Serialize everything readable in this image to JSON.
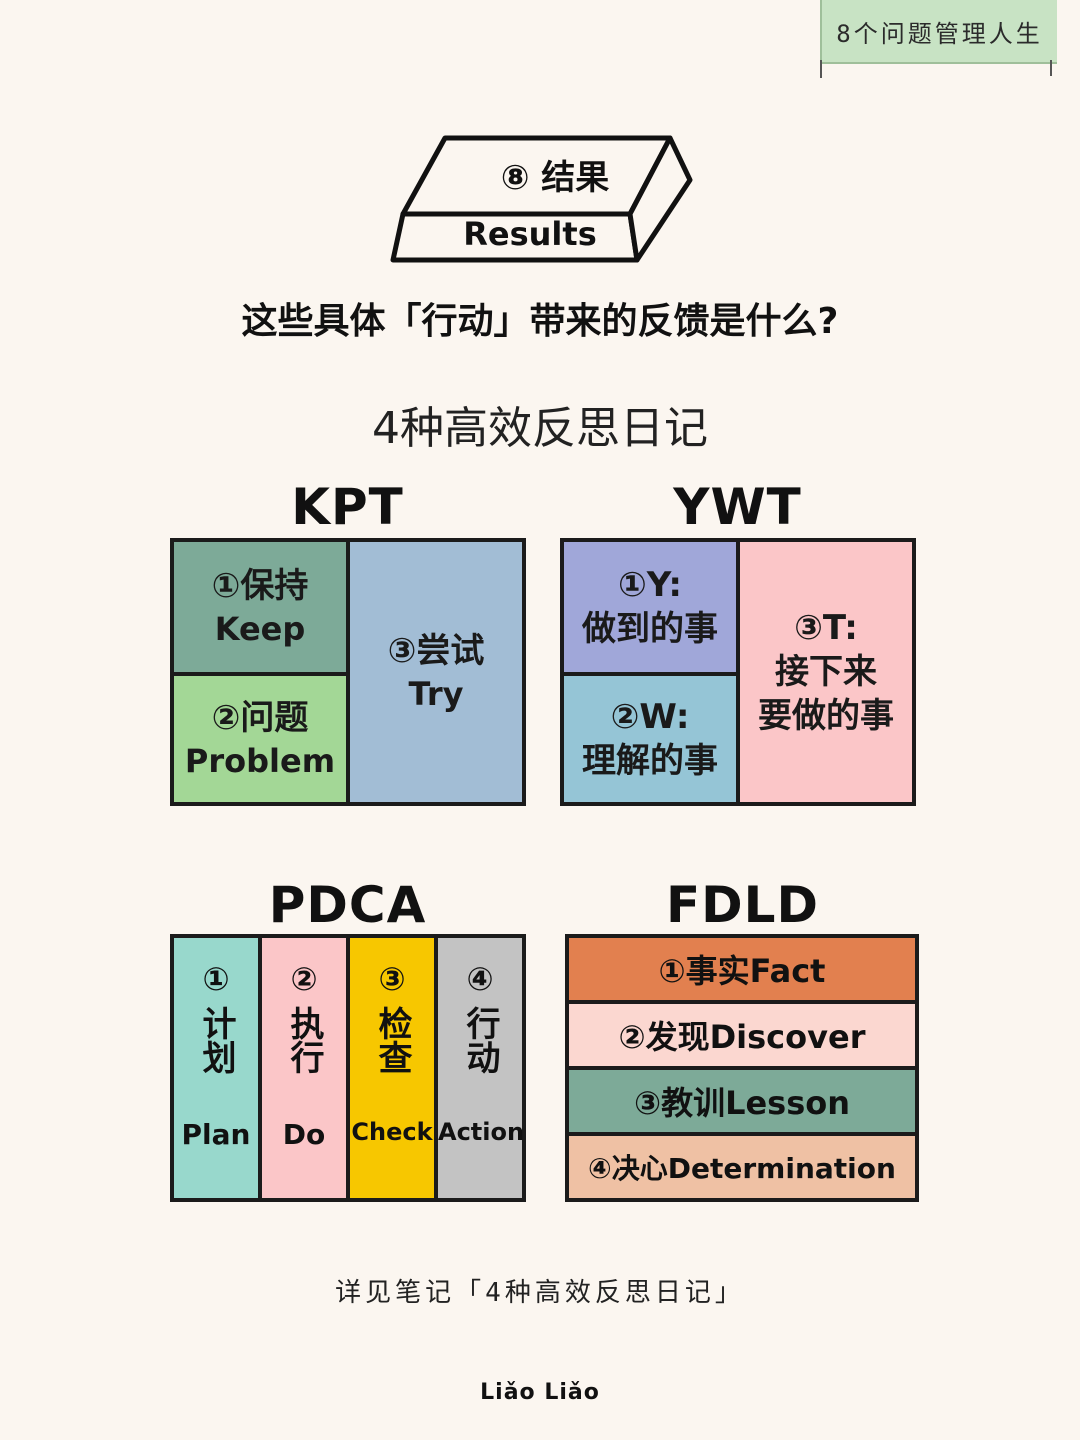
{
  "tag": "8个问题管理人生",
  "header": {
    "box_top": "⑧ 结果",
    "box_front": "Results",
    "question": "这些具体「行动」带来的反馈是什么?",
    "subtitle": "4种高效反思日记"
  },
  "kpt": {
    "title": "KPT",
    "keep": {
      "label": "①保持",
      "en": "Keep",
      "color": "#7daa98"
    },
    "problem": {
      "label": "②问题",
      "en": "Problem",
      "color": "#a3d796"
    },
    "try": {
      "label": "③尝试",
      "en": "Try",
      "color": "#a2bdd5"
    }
  },
  "ywt": {
    "title": "YWT",
    "y": {
      "label": "①Y:",
      "text": "做到的事",
      "color": "#a0a7d9"
    },
    "w": {
      "label": "②W:",
      "text": "理解的事",
      "color": "#95c5d6"
    },
    "t": {
      "label": "③T:",
      "text1": "接下来",
      "text2": "要做的事",
      "color": "#fbc6c8"
    }
  },
  "pdca": {
    "title": "PDCA",
    "cols": [
      {
        "num": "①",
        "cn": "计划",
        "en": "Plan",
        "color": "#98d8cc"
      },
      {
        "num": "②",
        "cn": "执行",
        "en": "Do",
        "color": "#fbc6c8"
      },
      {
        "num": "③",
        "cn": "检查",
        "en": "Check",
        "color": "#f7c700"
      },
      {
        "num": "④",
        "cn": "行动",
        "en": "Action",
        "color": "#c3c3c3"
      }
    ]
  },
  "fdld": {
    "title": "FDLD",
    "rows": [
      {
        "text": "①事实Fact",
        "color": "#e2804f"
      },
      {
        "text": "②发现Discover",
        "color": "#fbd7d0"
      },
      {
        "text": "③教训Lesson",
        "color": "#7daa98"
      },
      {
        "text": "④决心Determination",
        "color": "#efc1a4"
      }
    ]
  },
  "footer": {
    "note": "详见笔记「4种高效反思日记」",
    "brand": "Liǎo Liǎo"
  }
}
